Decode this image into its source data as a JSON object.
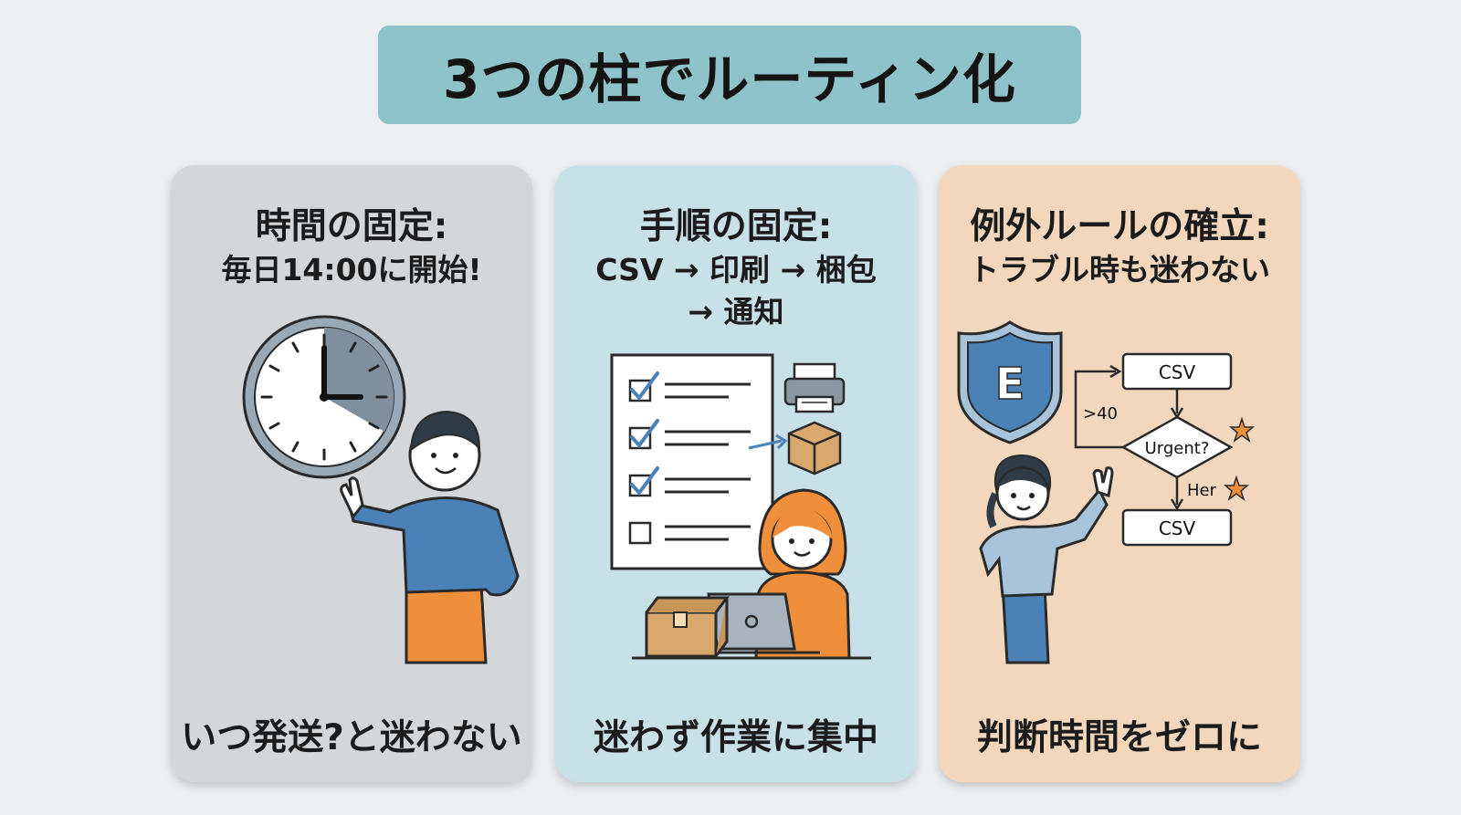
{
  "title": "3つの柱でルーティン化",
  "cards": [
    {
      "heading": "時間の固定:",
      "subtitle": "毎日14:00に開始!",
      "footer": "いつ発送?と迷わない"
    },
    {
      "heading": "手順の固定:",
      "subtitle_line1": "CSV → 印刷 → 梱包",
      "subtitle_line2": "→ 通知",
      "footer": "迷わず作業に集中"
    },
    {
      "heading": "例外ルールの確立:",
      "subtitle": "トラブル時も迷わない",
      "footer": "判断時間をゼロに",
      "shield_letter": "E",
      "flow": {
        "box_top": "CSV",
        "branch_label": ">40",
        "decision": "Urgent?",
        "yes_label": "Her",
        "box_bottom": "CSV"
      }
    }
  ],
  "colors": {
    "title_bg": "#8ec3c9",
    "card1_bg": "#d4d7da",
    "card2_bg": "#c8e0e7",
    "card3_bg": "#f2d7bc",
    "accent_blue": "#4a82b8",
    "accent_orange": "#ef8f3a"
  }
}
